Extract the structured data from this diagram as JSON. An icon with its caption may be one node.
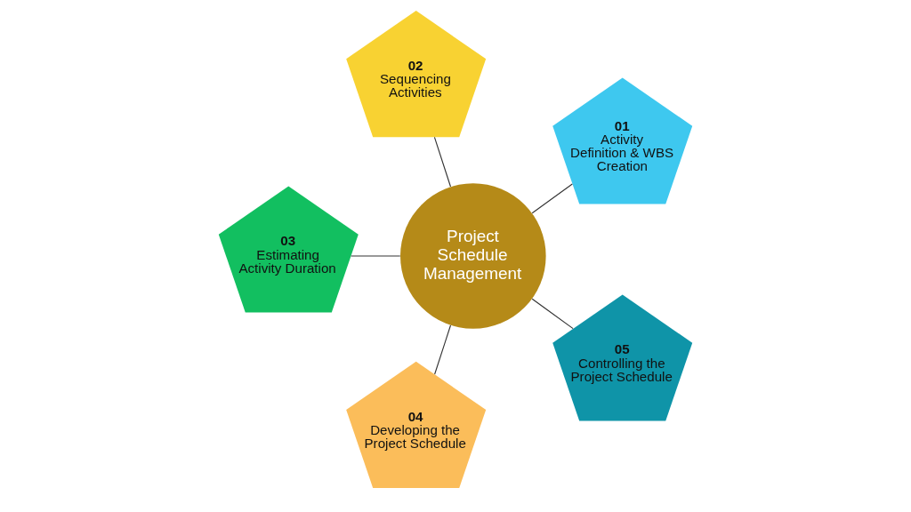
{
  "diagram": {
    "nodes": [
      {
        "text": [
          "01",
          "Activity Definition & WBS Creation"
        ]
      },
      {
        "text": [
          "02",
          "Sequencing Activities"
        ]
      },
      {
        "text": [
          "03",
          "Estimating Activity Duration"
        ]
      },
      {
        "text": [
          "04",
          "Developing the Project Schedule"
        ]
      },
      {
        "text": [
          "05",
          "Controlling the Project Schedule"
        ]
      },
      {
        "text": [
          "Project Schedule Management"
        ]
      }
    ],
    "edges": [
      {
        "from": 5,
        "to": 0,
        "arrow": "none"
      },
      {
        "from": 5,
        "to": 1,
        "arrow": "none"
      },
      {
        "from": 5,
        "to": 2,
        "arrow": "none"
      },
      {
        "from": 5,
        "to": 3,
        "arrow": "none"
      },
      {
        "from": 5,
        "to": 4,
        "arrow": "none"
      }
    ]
  }
}
